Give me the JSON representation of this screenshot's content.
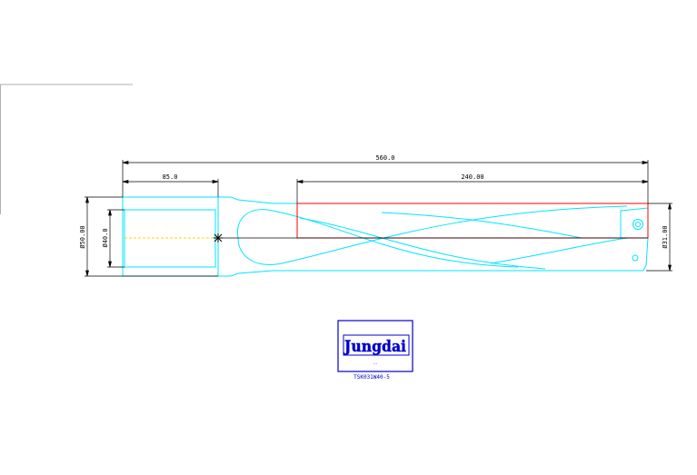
{
  "drawing": {
    "dimensions": {
      "overall_length": "560.0",
      "shank_length": "85.0",
      "flute_length": "240.00",
      "shank_diameter": "Ø50.00",
      "inner_diameter": "Ø40.0",
      "tip_diameter": "Ø31.00"
    },
    "logo": {
      "brand": "Jungdai",
      "slogan": "..."
    },
    "part_number": "TSK031W40-5"
  },
  "colors": {
    "outline": "#00e5ff",
    "dimension": "#000000",
    "insert": "#ff0000",
    "centerline": "#ffd700",
    "logo": "#0000cc",
    "frame": "#b0b0b0"
  }
}
